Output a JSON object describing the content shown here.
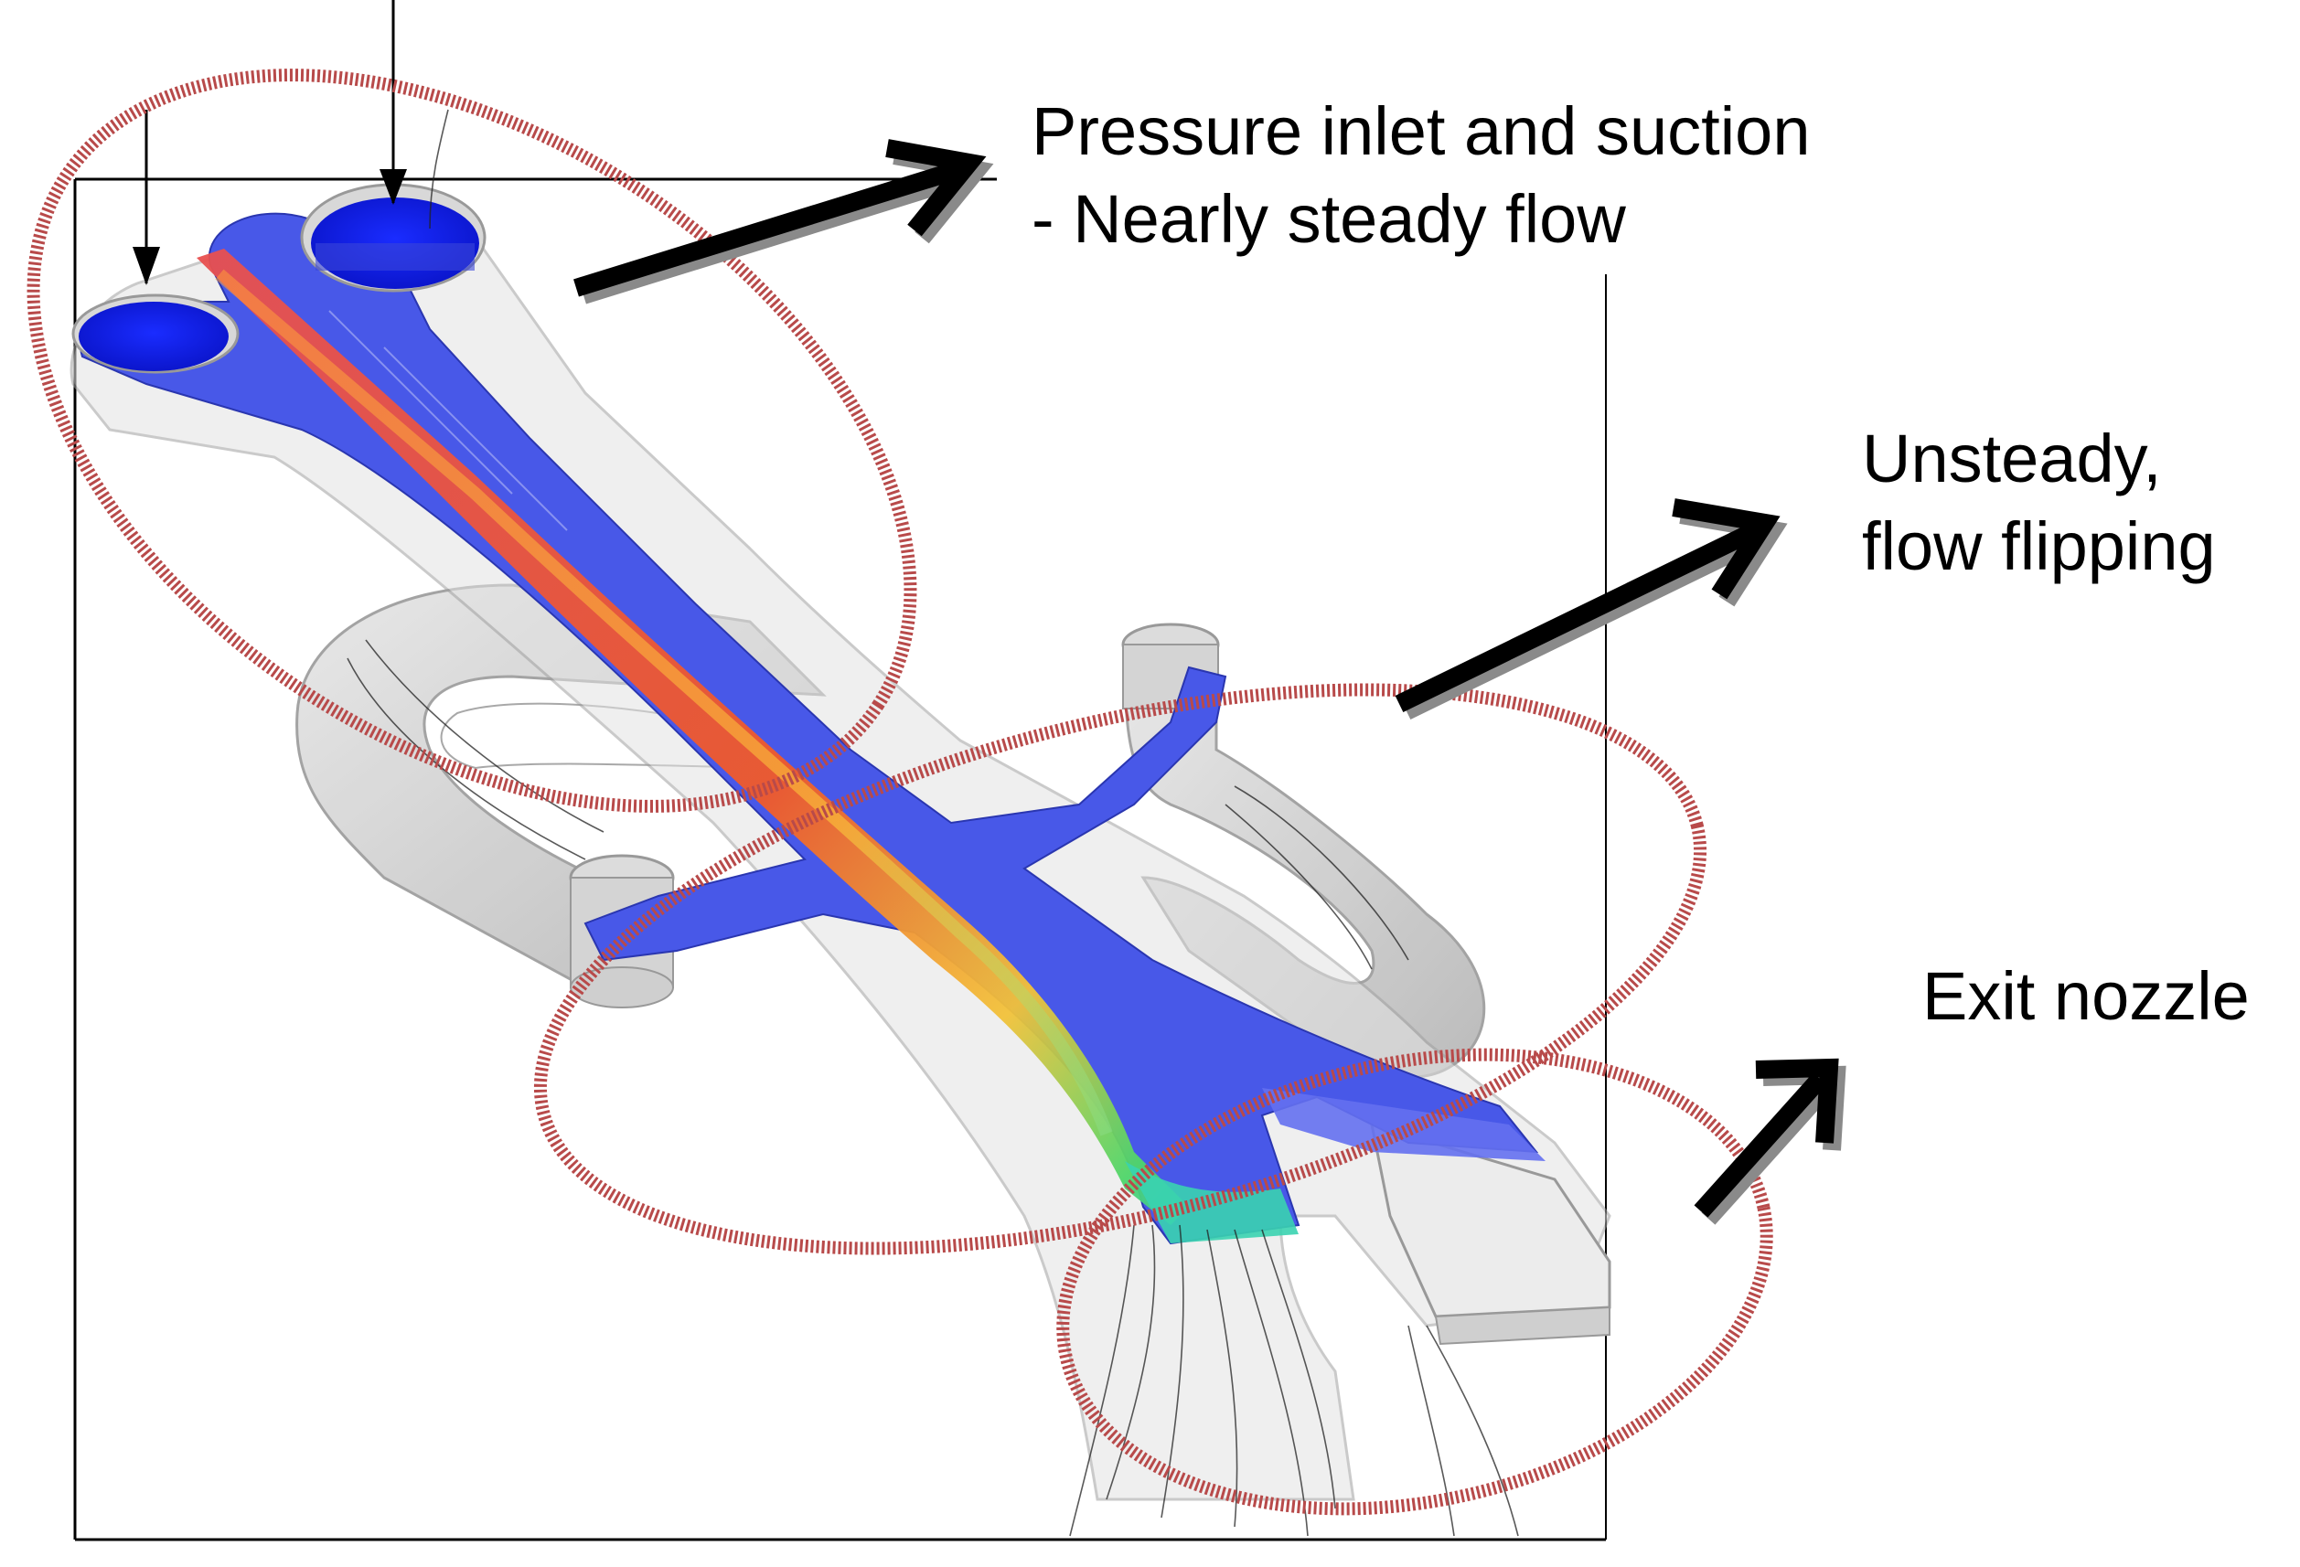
{
  "labels": {
    "pressure_line1": "Pressure inlet and suction",
    "pressure_line2": "- Nearly steady flow",
    "unsteady_line1": "Unsteady,",
    "unsteady_line2": "flow flipping",
    "exit": "Exit nozzle"
  },
  "colors": {
    "ellipse": "#b84a4a",
    "fluid_low": "#3b48e0",
    "fluid_mid": "#1ec8c8",
    "fluid_high": "#ff3a1a",
    "housing": "#bdbdbd",
    "arrow": "#000000"
  }
}
